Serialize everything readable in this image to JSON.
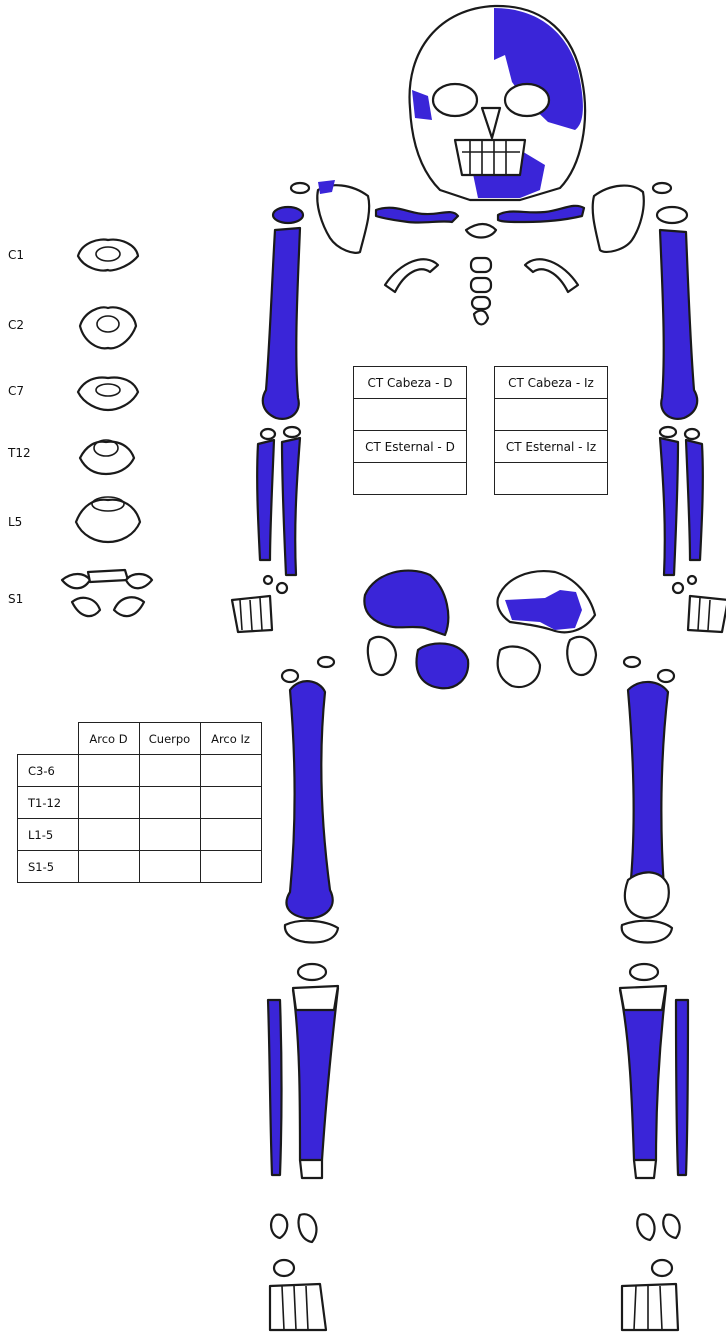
{
  "fill_color": "#3a25d8",
  "outline_color": "#1a1a1a",
  "vertebra_labels": [
    "C1",
    "C2",
    "C7",
    "T12",
    "L5",
    "S1"
  ],
  "ct_tables": {
    "right": {
      "cabeza": "CT Cabeza - D",
      "esternal": "CT Esternal - D"
    },
    "left": {
      "cabeza": "CT Cabeza - Iz",
      "esternal": "CT Esternal - Iz"
    }
  },
  "vertebra_table": {
    "headers": [
      "Arco D",
      "Cuerpo",
      "Arco Iz"
    ],
    "rows": [
      "C3-6",
      "T1-12",
      "L1-5",
      "S1-5"
    ]
  }
}
